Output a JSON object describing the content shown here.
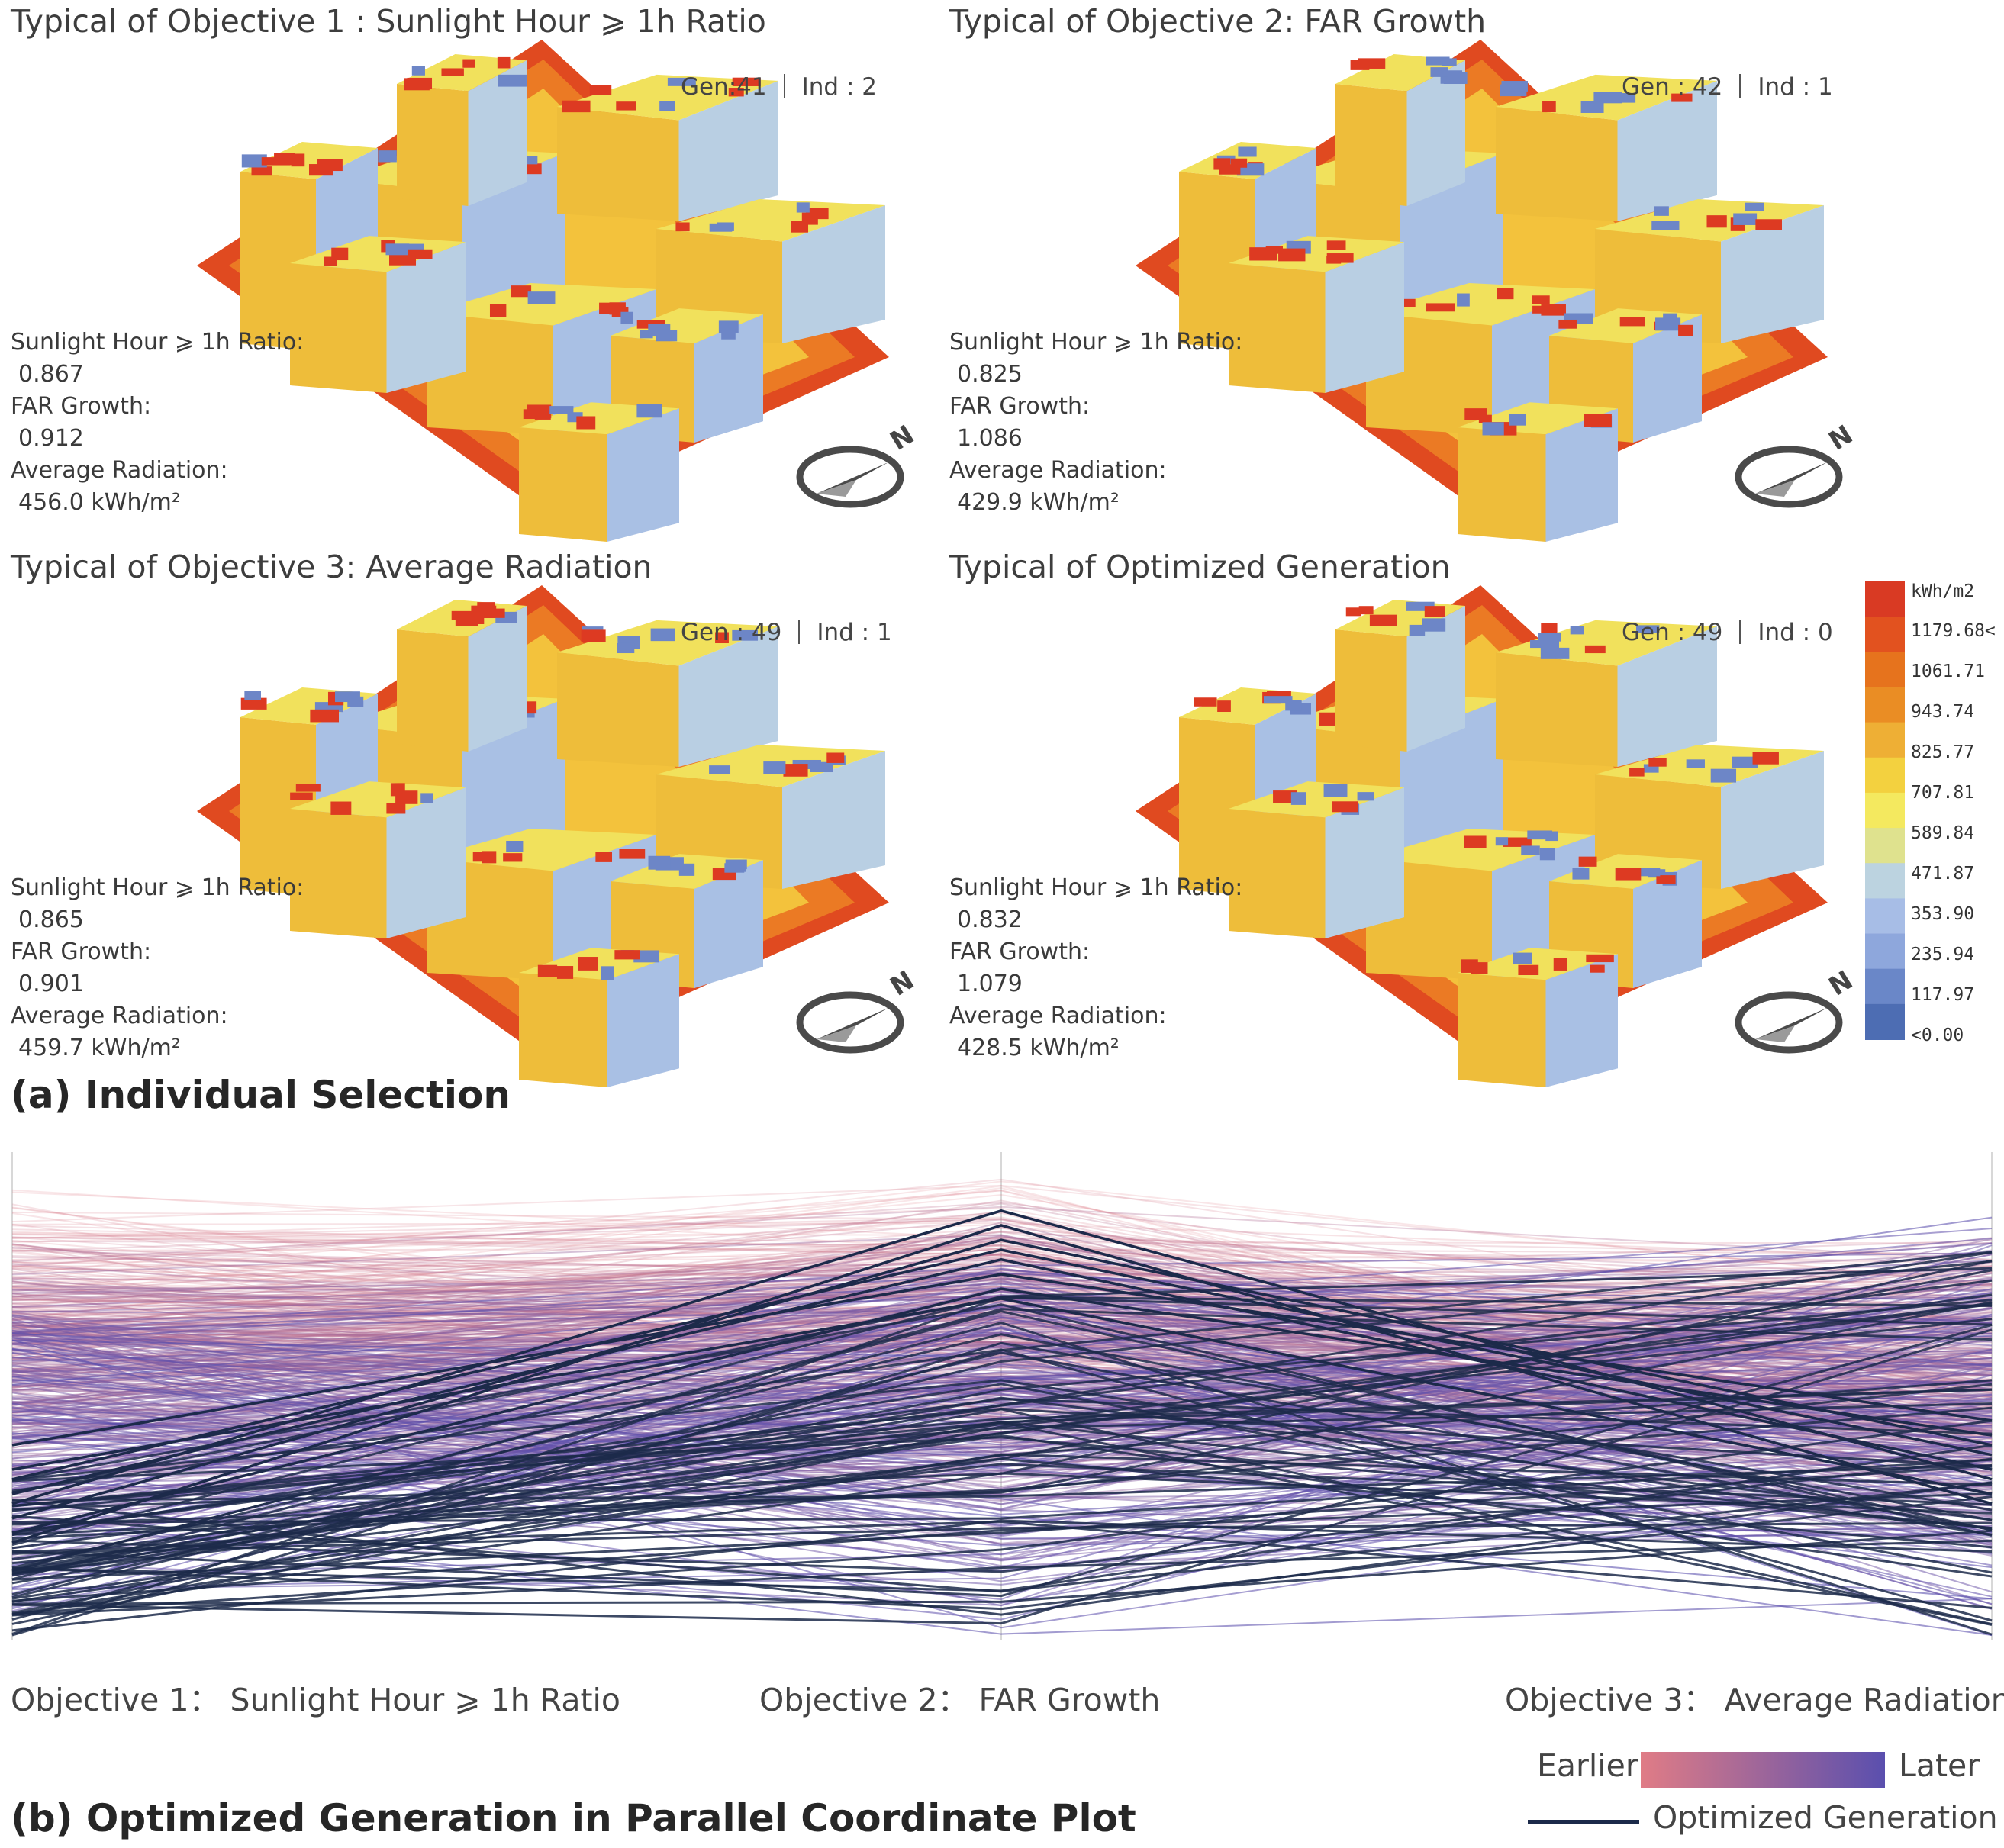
{
  "panels": [
    {
      "title": "Typical of Objective 1 : Sunlight Hour ⩾ 1h Ratio",
      "gen": "Gen:41",
      "ind": "Ind : 2",
      "stats": {
        "sunlight_label": "Sunlight Hour ⩾ 1h Ratio:",
        "sunlight_value": "0.867",
        "far_label": "FAR Growth:",
        "far_value": "0.912",
        "radiation_label": "Average Radiation:",
        "radiation_value": "456.0 kWh/m²"
      },
      "compass_label": "N"
    },
    {
      "title": "Typical of Objective 2: FAR Growth",
      "gen": "Gen : 42",
      "ind": "Ind : 1",
      "stats": {
        "sunlight_label": "Sunlight Hour ⩾ 1h Ratio:",
        "sunlight_value": "0.825",
        "far_label": "FAR Growth:",
        "far_value": "1.086",
        "radiation_label": "Average Radiation:",
        "radiation_value": "429.9 kWh/m²"
      },
      "compass_label": "N"
    },
    {
      "title": "Typical of Objective 3: Average Radiation",
      "gen": "Gen : 49",
      "ind": "Ind : 1",
      "stats": {
        "sunlight_label": "Sunlight Hour ⩾ 1h Ratio:",
        "sunlight_value": "0.865",
        "far_label": "FAR Growth:",
        "far_value": "0.901",
        "radiation_label": "Average Radiation:",
        "radiation_value": "459.7 kWh/m²"
      },
      "compass_label": "N"
    },
    {
      "title": "Typical of Optimized Generation",
      "gen": "Gen : 49",
      "ind": "Ind : 0",
      "stats": {
        "sunlight_label": "Sunlight Hour ⩾ 1h Ratio:",
        "sunlight_value": "0.832",
        "far_label": "FAR Growth:",
        "far_value": "1.079",
        "radiation_label": "Average Radiation:",
        "radiation_value": "428.5 kWh/m²"
      },
      "compass_label": "N"
    }
  ],
  "radiation_legend": {
    "unit": "kWh/m2",
    "labels": [
      "1179.68<",
      "1061.71",
      "943.74",
      "825.77",
      "707.81",
      "589.84",
      "471.87",
      "353.90",
      "235.94",
      "117.97",
      "<0.00"
    ],
    "colors": [
      "#d93a23",
      "#e2521f",
      "#e6731d",
      "#ea8d24",
      "#eeaf35",
      "#f3d13f",
      "#f4e95f",
      "#dfe28e",
      "#bcd3e0",
      "#a7bde6",
      "#8ea7dc",
      "#6a87c8",
      "#4d6db3"
    ]
  },
  "section_a_label": "(a) Individual Selection",
  "section_b_label": "(b) Optimized Generation in Parallel Coordinate Plot",
  "chart_data": {
    "type": "parallel_coordinates",
    "axes": [
      "Objective 1： Sunlight Hour ⩾ 1h Ratio",
      "Objective 2： FAR Growth",
      "Objective 3： Average Radiation"
    ],
    "legend": {
      "earlier_label": "Earlier",
      "later_label": "Later",
      "optimized_label": "Optimized Generation",
      "earlier_color": "#e07c86",
      "later_color": "#5a4fae",
      "optimized_color": "#1c2a4a"
    },
    "series": [
      {
        "name": "Optimized Generation",
        "lines": [
          [
            0.3,
            0.78,
            0.35
          ],
          [
            0.25,
            0.82,
            0.4
          ],
          [
            0.35,
            0.7,
            0.3
          ],
          [
            0.2,
            0.85,
            0.28
          ],
          [
            0.4,
            0.75,
            0.45
          ],
          [
            0.28,
            0.88,
            0.33
          ],
          [
            0.33,
            0.8,
            0.38
          ],
          [
            0.22,
            0.72,
            0.42
          ]
        ]
      }
    ]
  }
}
